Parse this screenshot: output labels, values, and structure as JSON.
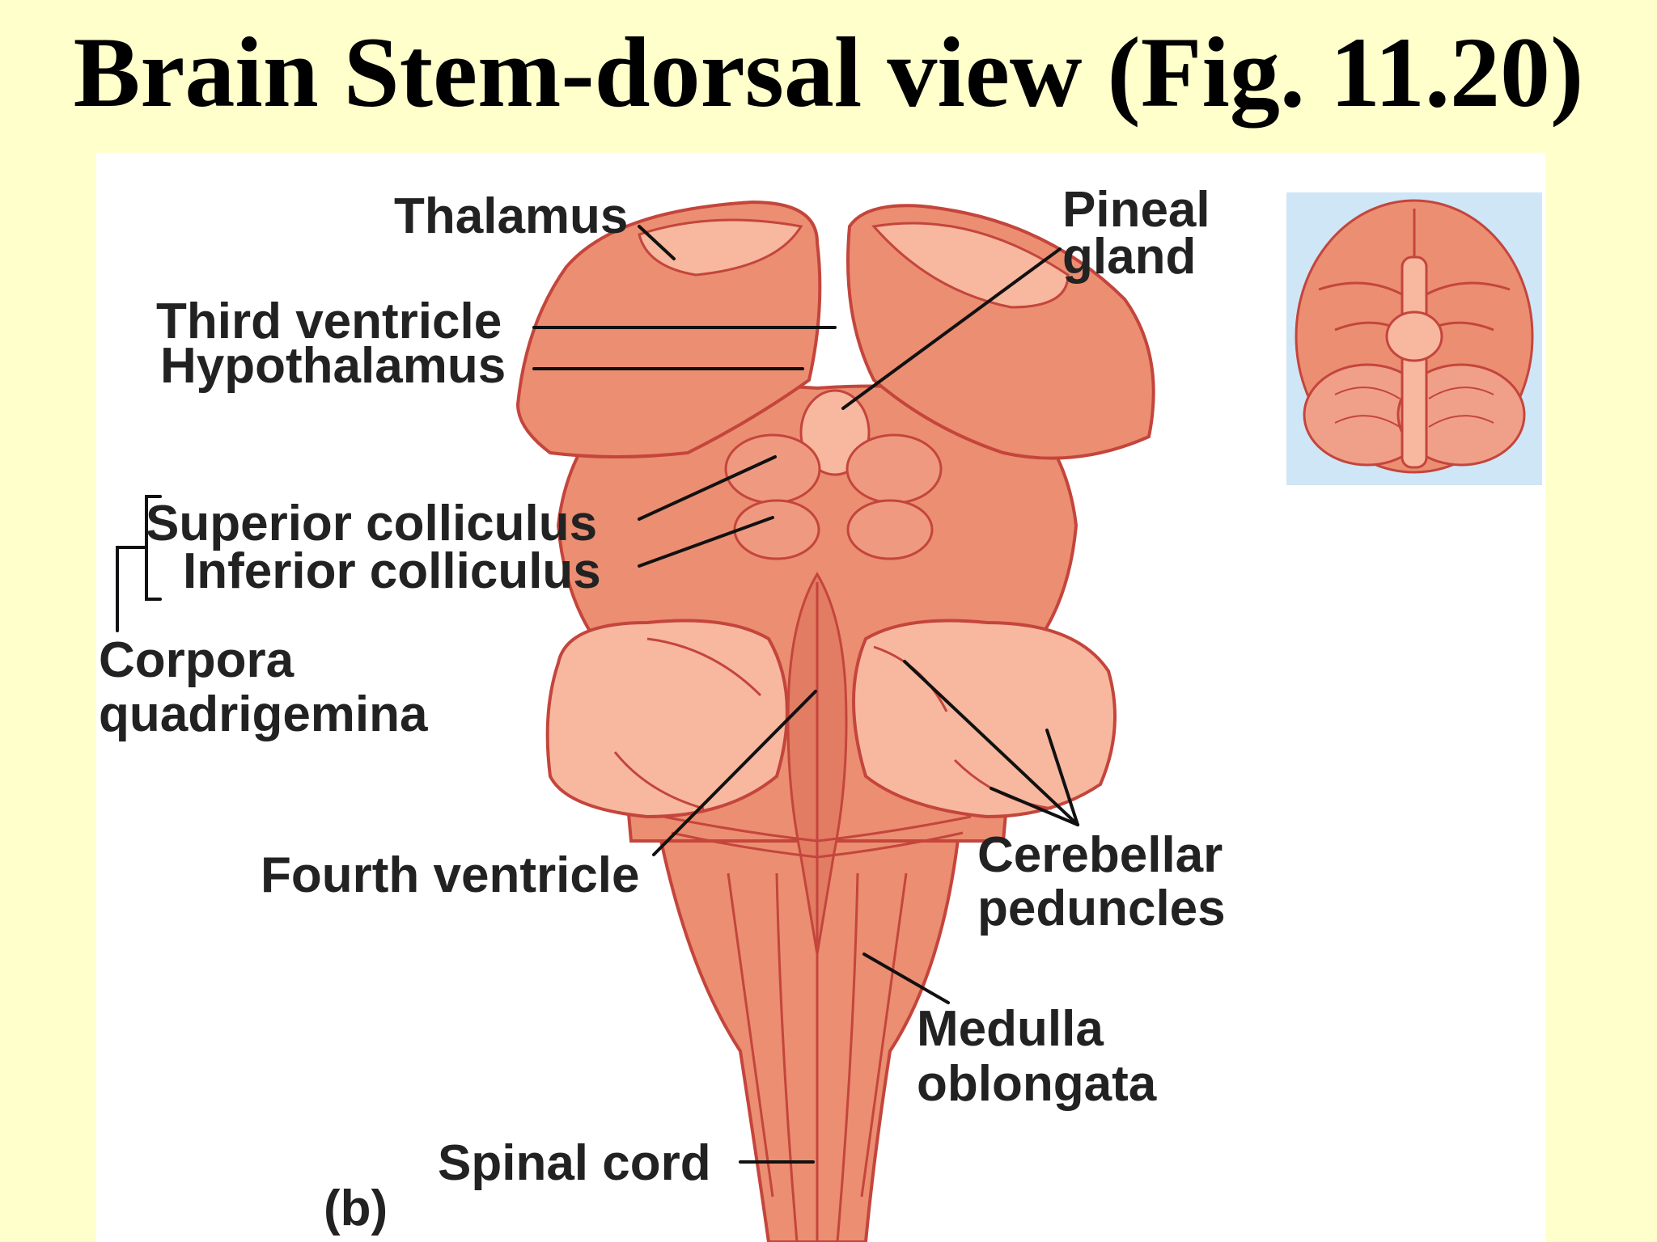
{
  "slide": {
    "title": "Brain Stem-dorsal view (Fig. 11.20)"
  },
  "figure": {
    "panel_label": "(b)",
    "labels": {
      "thalamus": "Thalamus",
      "pineal_line1": "Pineal",
      "pineal_line2": "gland",
      "third_ventricle": "Third ventricle",
      "hypothalamus": "Hypothalamus",
      "superior_colliculus": "Superior colliculus",
      "inferior_colliculus": "Inferior colliculus",
      "corpora_line1": "Corpora",
      "corpora_line2": "quadrigemina",
      "fourth_ventricle": "Fourth ventricle",
      "cerebellar_line1": "Cerebellar",
      "cerebellar_line2": "peduncles",
      "medulla_line1": "Medulla",
      "medulla_line2": "oblongata",
      "spinal_cord": "Spinal cord"
    }
  },
  "colors": {
    "slide_background": "#ffffcc",
    "tissue_main": "#eb8e72",
    "tissue_light": "#f7b89f",
    "tissue_outline": "#c4453c",
    "inset_background": "#cfe6f6"
  }
}
